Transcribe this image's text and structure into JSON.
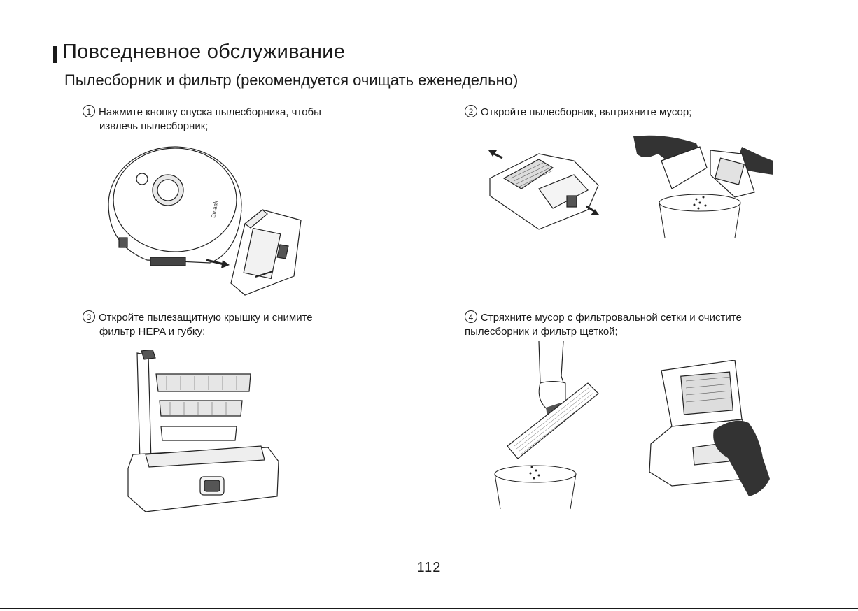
{
  "header": {
    "title": "Повседневное обслуживание",
    "subtitle": "Пылесборник и фильтр (рекомендуется очищать еженедельно)"
  },
  "steps": [
    {
      "num": "1",
      "line1": "Нажмите кнопку спуска пылесборника, чтобы",
      "line2": "извлечь пылесборник;"
    },
    {
      "num": "2",
      "line1": "Откройте пылесборник, вытряхните мусор;",
      "line2": ""
    },
    {
      "num": "3",
      "line1": "Откройте пылезащитную крышку и снимите",
      "line2": "фильтр HEPA и губку;"
    },
    {
      "num": "4",
      "line1": "Стряхните мусор с фильтровальной сетки и очистите",
      "line2": "пылесборник и фильтр щеткой;"
    }
  ],
  "illustrations": {
    "robot_brand": "Bmaak",
    "robot_button_icon": "percent-icon"
  },
  "footer": {
    "page_number": "112"
  }
}
